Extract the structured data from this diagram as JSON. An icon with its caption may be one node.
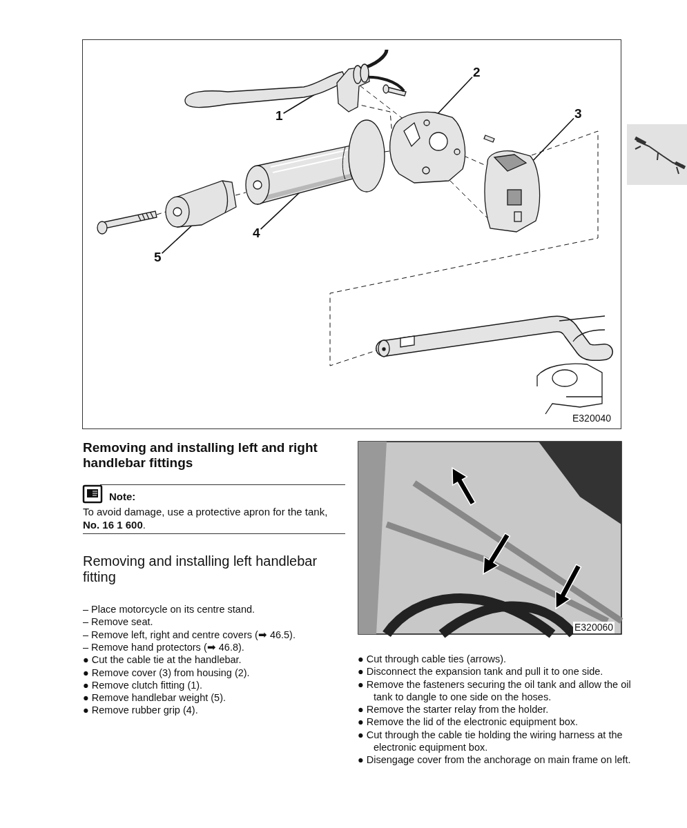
{
  "diagram": {
    "title": "Removing and installing left and right handlebar fittings",
    "nodes": [
      {
        "text": [
          "1"
        ]
      },
      {
        "text": [
          "2"
        ]
      },
      {
        "text": [
          "3"
        ]
      },
      {
        "text": [
          "4"
        ]
      },
      {
        "text": [
          "5"
        ]
      },
      {
        "text": [],
        "shape": "picture"
      },
      {
        "text": [],
        "shape": "picture"
      },
      {
        "text": [],
        "shape": "picture"
      },
      {
        "text": [],
        "shape": "picture"
      },
      {
        "text": [],
        "shape": "picture"
      },
      {
        "text": [],
        "shape": "picture"
      },
      {
        "text": [],
        "shape": "picture"
      }
    ],
    "edges": [
      {
        "from": 0,
        "to": 5,
        "arrow": "none"
      },
      {
        "from": 1,
        "to": 6,
        "arrow": "none"
      },
      {
        "from": 2,
        "to": 7,
        "arrow": "none"
      },
      {
        "from": 3,
        "to": 8,
        "arrow": "none"
      },
      {
        "from": 4,
        "to": 9,
        "arrow": "none"
      },
      {
        "from": 5,
        "to": 6,
        "arrow": "none",
        "style": "dashed"
      },
      {
        "from": 5,
        "to": 6,
        "arrow": "none",
        "style": "dashed"
      },
      {
        "from": 6,
        "to": 7,
        "arrow": "none",
        "style": "dashed"
      },
      {
        "from": 6,
        "to": 7,
        "arrow": "none",
        "style": "dashed"
      },
      {
        "from": 10,
        "to": 9,
        "arrow": "none",
        "style": "dashed"
      },
      {
        "from": 9,
        "to": 8,
        "arrow": "none",
        "style": "dashed"
      },
      {
        "from": 8,
        "to": 6,
        "arrow": "none",
        "style": "dashed"
      },
      {
        "from": 7,
        "to": 11,
        "arrow": "none",
        "style": "dashed"
      }
    ],
    "labels": [
      "E320040",
      "Note:",
      "To avoid damage, use a protective apron for the tank, **No. 16 1 600**.",
      "Removing and installing left handlebar fitting",
      "– Place motorcycle on its centre stand.",
      "– Remove seat.",
      "– Remove left, right and centre covers (➡ 46.5).",
      "– Remove hand protectors (➡ 46.8).",
      "● Cut the cable tie at the handlebar.",
      "● Remove cover (3) from housing (2).",
      "● Remove clutch fitting (1).",
      "● Remove handlebar weight (5).",
      "● Remove rubber grip (4).",
      "E320060",
      "● Cut through cable ties (arrows).",
      "● Disconnect the expansion tank and pull it to one side.",
      "● Remove the fasteners securing the oil tank and allow the oil tank to dangle to one side on the hoses.",
      "● Remove the starter relay from the holder.",
      "● Remove the lid of the electronic equipment box.",
      "● Cut through the cable tie holding the wiring harness at the electronic equipment box.",
      "● Disengage cover from the anchorage on main frame on left."
    ]
  }
}
